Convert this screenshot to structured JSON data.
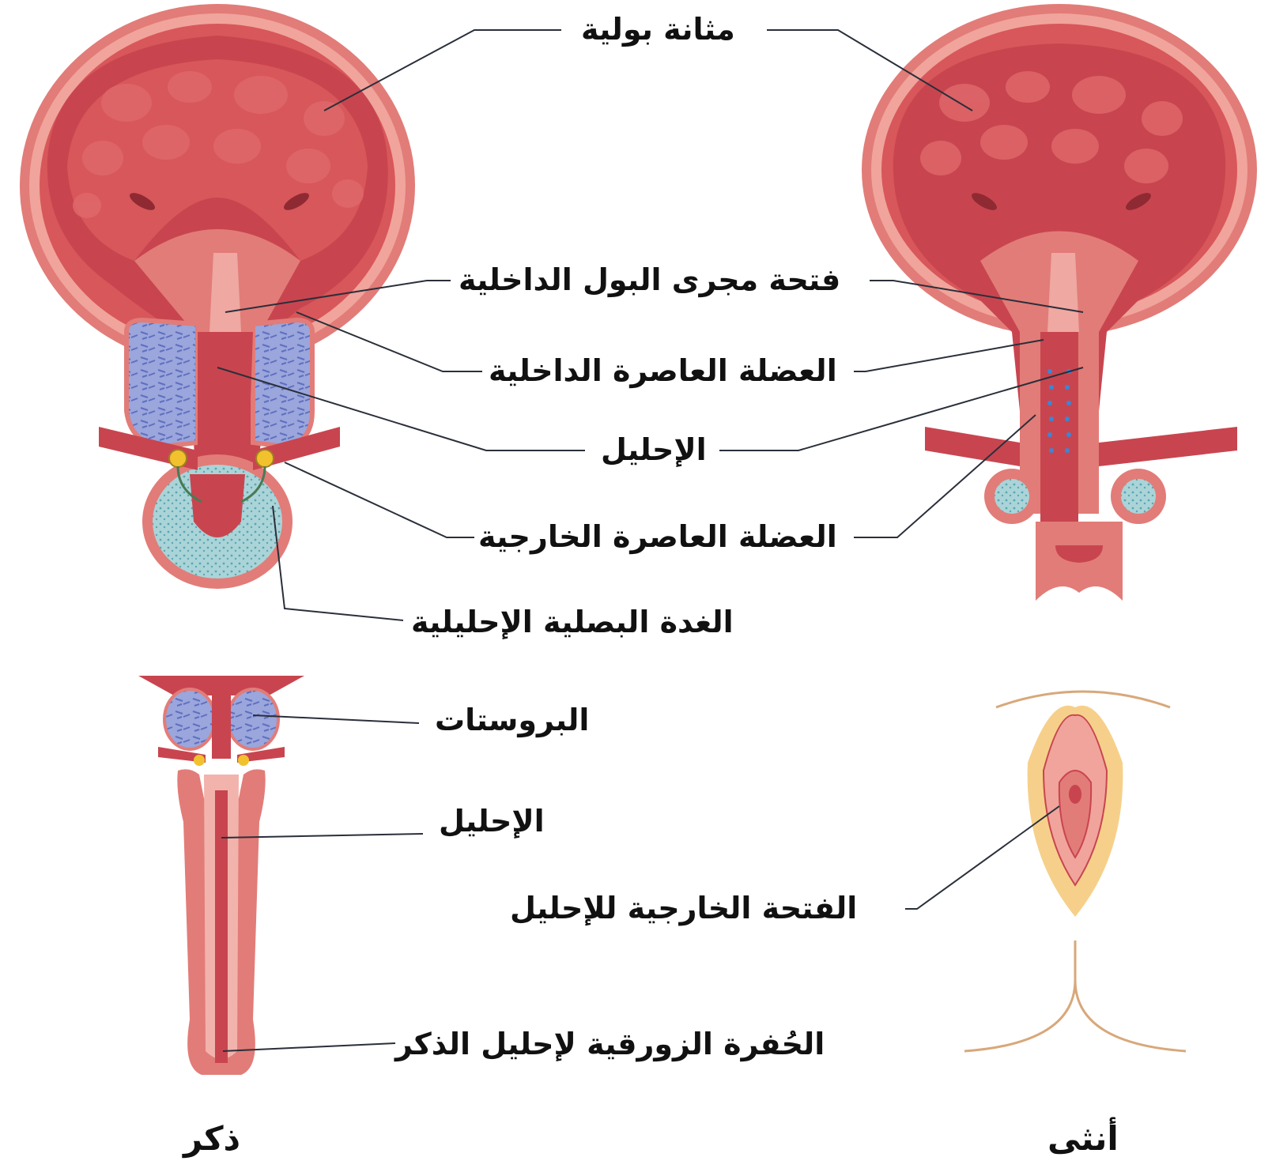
{
  "labels": {
    "bladder": "مثانة بولية",
    "internal_urethral_opening": "فتحة مجرى البول الداخلية",
    "internal_sphincter": "العضلة العاصرة الداخلية",
    "urethra_upper": "الإحليل",
    "external_sphincter": "العضلة العاصرة الخارجية",
    "bulbourethral_gland": "الغدة البصلية الإحليلية",
    "prostate": "البروستات",
    "urethra_lower": "الإحليل",
    "external_urethral_opening": "الفتحة الخارجية للإحليل",
    "navicular_fossa": "الحُفرة الزورقية لإحليل الذكر"
  },
  "captions": {
    "male": "ذكر",
    "female": "أنثى"
  },
  "colors": {
    "tissue_dark": "#c8454f",
    "tissue_mid": "#dc6a6a",
    "tissue_light": "#f2b3ac",
    "gland_blue": "#9aa6dc",
    "gland_teal": "#aad4d8",
    "gland_yellow": "#f2c12e",
    "skin_outline": "#d8a87a",
    "skin_fill": "#f6d08a",
    "leader_line": "#2a2f3a"
  }
}
